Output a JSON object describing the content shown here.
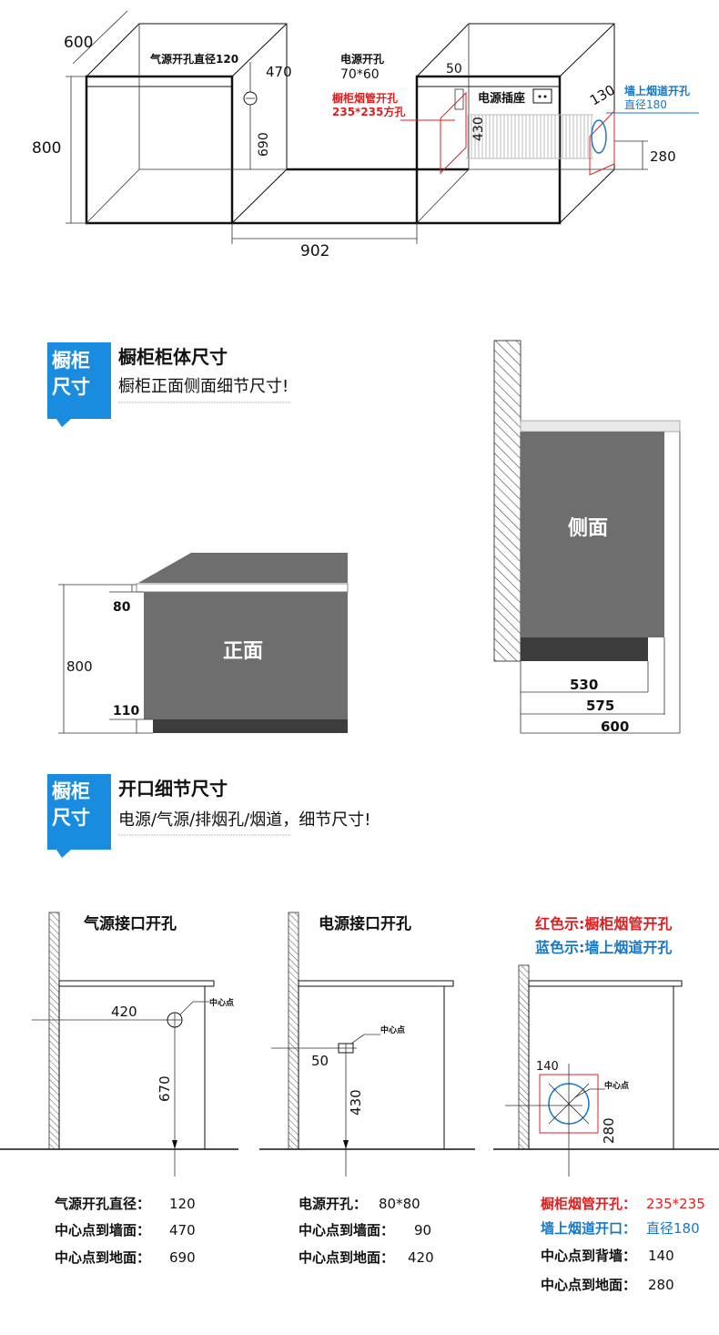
{
  "top_diagram": {
    "dim_width_label": "600",
    "dim_height_label": "800",
    "gas_hole_label": "气源开孔直径120",
    "gas_470": "470",
    "gas_690": "690",
    "power_hole_title": "电源开孔",
    "power_hole_size": "70*60",
    "power_50": "50",
    "cabinet_pipe_label_1": "橱柜烟管开孔",
    "cabinet_pipe_label_2": "235*235方孔",
    "power_socket_label": "电源插座",
    "dim_430": "430",
    "dim_130": "130",
    "wall_flue_label_1": "墙上烟道开孔",
    "wall_flue_label_2": "直径180",
    "dim_280": "280",
    "dim_902": "902"
  },
  "section1": {
    "badge_line1": "橱柜",
    "badge_line2": "尺寸",
    "title": "橱柜柜体尺寸",
    "subtitle": "橱柜正面侧面细节尺寸!"
  },
  "front_view": {
    "label": "正面",
    "dim_80": "80",
    "dim_800": "800",
    "dim_110": "110"
  },
  "side_view": {
    "label": "侧面",
    "dim_530": "530",
    "dim_575": "575",
    "dim_600": "600"
  },
  "section2": {
    "badge_line1": "橱柜",
    "badge_line2": "尺寸",
    "title": "开口细节尺寸",
    "subtitle": "电源/气源/排烟孔/烟道，细节尺寸!"
  },
  "gas_panel": {
    "title": "气源接口开孔",
    "center_label": "中心点",
    "dim_420": "420",
    "dim_670": "670",
    "specs": [
      {
        "label": "气源开孔直径：",
        "value": "120"
      },
      {
        "label": "中心点到墙面：",
        "value": "470"
      },
      {
        "label": "中心点到地面：",
        "value": "690"
      }
    ]
  },
  "power_panel": {
    "title": "电源接口开孔",
    "center_label": "中心点",
    "dim_50": "50",
    "dim_430": "430",
    "specs": [
      {
        "label": "电源开孔：",
        "value": "80*80"
      },
      {
        "label": "中心点到墙面：",
        "value": "90"
      },
      {
        "label": "中心点到地面：",
        "value": "420"
      }
    ]
  },
  "flue_panel": {
    "legend_red": "红色示:橱柜烟管开孔",
    "legend_blue": "蓝色示:墙上烟道开孔",
    "center_label": "中心点",
    "dim_140": "140",
    "dim_280": "280",
    "specs": [
      {
        "label": "橱柜烟管开孔：",
        "value": "235*235",
        "color": "#e02020"
      },
      {
        "label": "墙上烟道开口：",
        "value": "直径180",
        "color": "#1a78c8"
      },
      {
        "label": "中心点到背墙：",
        "value": "140",
        "color": "#111111"
      },
      {
        "label": "中心点到地面：",
        "value": "280",
        "color": "#111111"
      }
    ]
  },
  "colors": {
    "badge_blue": "#1a8ce0",
    "panel_gray": "#6e6e6e",
    "red": "#e02020",
    "blue": "#1a78c8"
  }
}
